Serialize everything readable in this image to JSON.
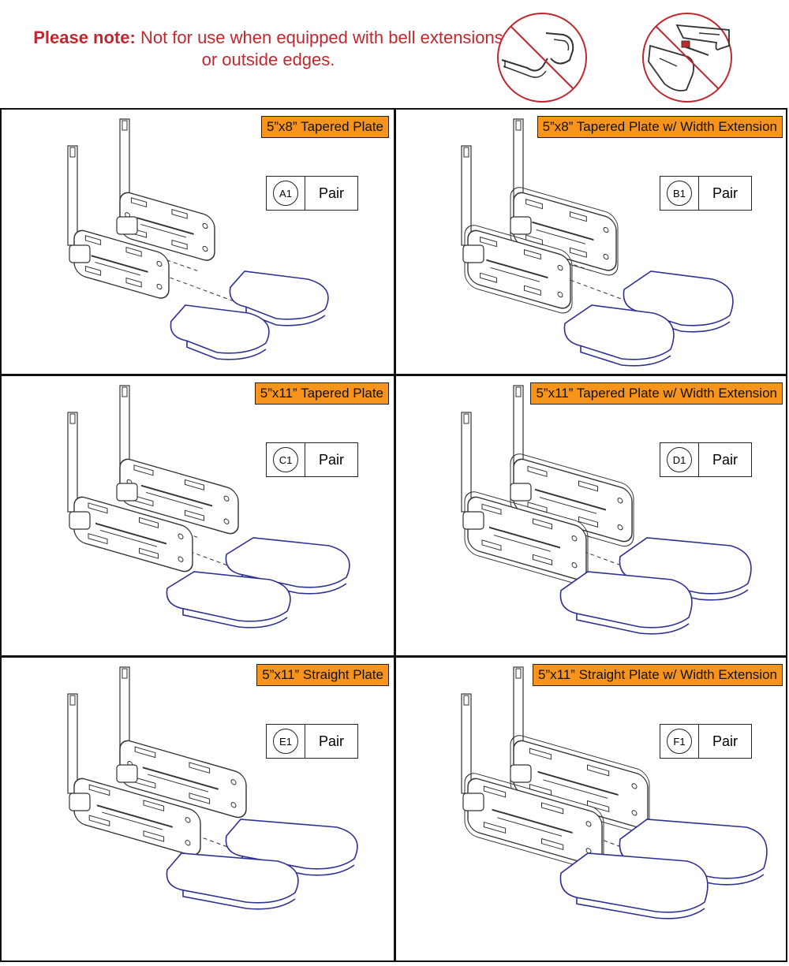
{
  "note": {
    "bold": "Please note:",
    "text": " Not for use when equipped with bell extensions or outside edges."
  },
  "warning_icons": [
    "no-bell-extension-icon",
    "no-outside-edge-icon"
  ],
  "accent_color": "#f7941d",
  "pad_color": "#2e3192",
  "warning_color": "#c0282e",
  "panels": [
    {
      "title": "5”x8” Tapered Plate",
      "code": "A1",
      "qty": "Pair"
    },
    {
      "title": "5”x8” Tapered Plate w/ Width Extension",
      "code": "B1",
      "qty": "Pair"
    },
    {
      "title": "5”x11” Tapered Plate",
      "code": "C1",
      "qty": "Pair"
    },
    {
      "title": "5”x11” Tapered Plate w/ Width Extension",
      "code": "D1",
      "qty": "Pair"
    },
    {
      "title": "5”x11” Straight Plate",
      "code": "E1",
      "qty": "Pair"
    },
    {
      "title": "5”x11” Straight Plate w/ Width Extension",
      "code": "F1",
      "qty": "Pair"
    }
  ]
}
